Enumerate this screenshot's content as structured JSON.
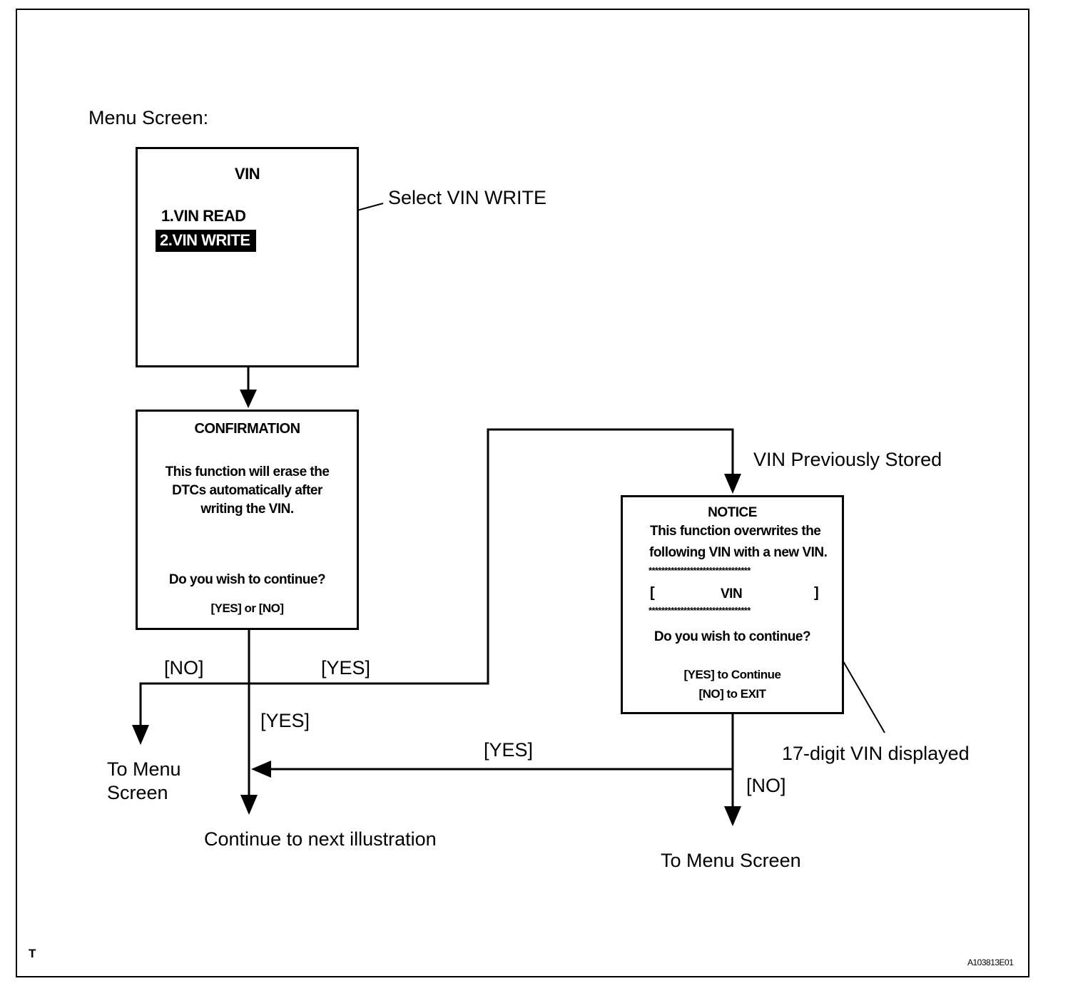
{
  "menu_screen_label": "Menu Screen:",
  "vin_box": {
    "title": "VIN",
    "item1": "1.VIN READ",
    "item2": "2.VIN WRITE"
  },
  "select_note": "Select VIN WRITE",
  "confirmation_box": {
    "title": "CONFIRMATION",
    "line1": "This function will erase the",
    "line2": "DTCs automatically after",
    "line3": "writing the VIN.",
    "question": "Do you wish to continue?",
    "options": "[YES] or [NO]"
  },
  "vin_previously_stored": "VIN Previously Stored",
  "notice_box": {
    "title": "NOTICE",
    "line1": "This function overwrites the",
    "line2": "following VIN with a new VIN.",
    "stars": "********************************",
    "bracket_open": "[",
    "vin": "VIN",
    "bracket_close": "]",
    "question": "Do you wish to continue?",
    "yes_option": "[YES] to Continue",
    "no_option": "[NO] to EXIT"
  },
  "flow_labels": {
    "no_left": "[NO]",
    "yes_upper": "[YES]",
    "yes_down": "[YES]",
    "yes_from_notice": "[YES]",
    "no_from_notice": "[NO]"
  },
  "to_menu_screen_left_1": "To Menu",
  "to_menu_screen_left_2": "Screen",
  "continue_next": "Continue to next illustration",
  "to_menu_screen_right": "To Menu Screen",
  "seventeen_digit": "17-digit VIN displayed",
  "corner_mark": "T",
  "figure_id": "A103813E01"
}
